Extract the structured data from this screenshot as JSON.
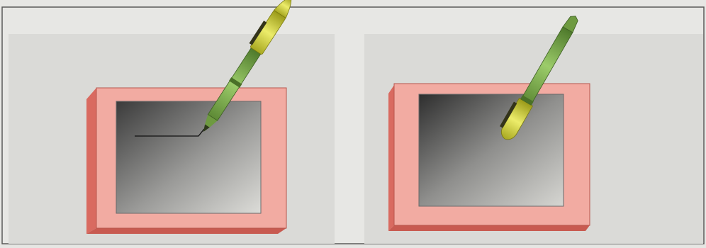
{
  "figure": {
    "cut_title_text": "",
    "panels": [
      {
        "id": "left",
        "description_icon": "graphics-tablet-with-pen-drawing-line",
        "pen": "stylus-open"
      },
      {
        "id": "right",
        "description_icon": "graphics-tablet-with-pen-capped",
        "pen": "stylus-capped"
      }
    ],
    "colors": {
      "page": "#e6e6e3",
      "panel": "#dcdcda",
      "frame_top": "#f0a8a0",
      "frame_side": "#e0766b",
      "screen_light": "#d8d8d6",
      "screen_dark": "#2a2a2a",
      "pen_body": "#7aa84e",
      "pen_cap": "#c9c934"
    }
  }
}
